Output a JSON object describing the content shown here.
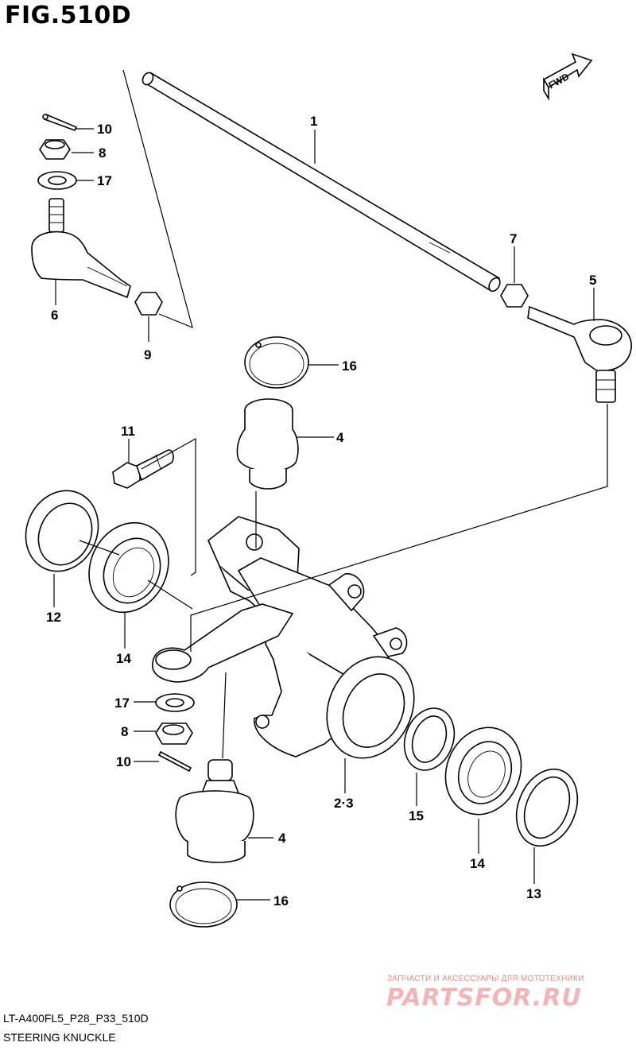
{
  "figure": {
    "title": "FIG.510D"
  },
  "fwd_badge": "FWD",
  "callouts": [
    {
      "id": "c1",
      "text": "1"
    },
    {
      "id": "c10a",
      "text": "10"
    },
    {
      "id": "c8a",
      "text": "8"
    },
    {
      "id": "c17a",
      "text": "17"
    },
    {
      "id": "c6",
      "text": "6"
    },
    {
      "id": "c9",
      "text": "9"
    },
    {
      "id": "c7",
      "text": "7"
    },
    {
      "id": "c5",
      "text": "5"
    },
    {
      "id": "c16a",
      "text": "16"
    },
    {
      "id": "c4a",
      "text": "4"
    },
    {
      "id": "c11",
      "text": "11"
    },
    {
      "id": "c12",
      "text": "12"
    },
    {
      "id": "c14a",
      "text": "14"
    },
    {
      "id": "c17b",
      "text": "17"
    },
    {
      "id": "c8b",
      "text": "8"
    },
    {
      "id": "c10b",
      "text": "10"
    },
    {
      "id": "c23",
      "text": "2·3"
    },
    {
      "id": "c15",
      "text": "15"
    },
    {
      "id": "c14b",
      "text": "14"
    },
    {
      "id": "c13",
      "text": "13"
    },
    {
      "id": "c4b",
      "text": "4"
    },
    {
      "id": "c16b",
      "text": "16"
    }
  ],
  "footer": {
    "code": "LT-A400FL5_P28_P33_510D",
    "name": "STEERING KNUCKLE"
  },
  "watermark": {
    "tagline": "ЗАПЧАСТИ И АКСЕССУАРЫ ДЛЯ МОТОТЕХНИКИ",
    "logo": "PARTSFOR.RU"
  }
}
